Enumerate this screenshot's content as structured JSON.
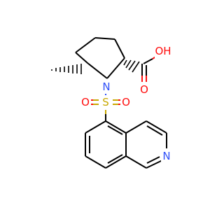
{
  "molecule": {
    "atoms": {
      "carboxyl_oh": "OH",
      "carboxyl_o": "O",
      "ring_n": "N",
      "sulfur": "S",
      "sulfonyl_o_left": "O",
      "sulfonyl_o_right": "O",
      "isoquinoline_n": "N"
    }
  },
  "colors": {
    "carbon": "#000000",
    "oxygen": "#ff0d0d",
    "nitrogen": "#3050f8",
    "sulfur": "#c8a800",
    "background": "#ffffff"
  }
}
